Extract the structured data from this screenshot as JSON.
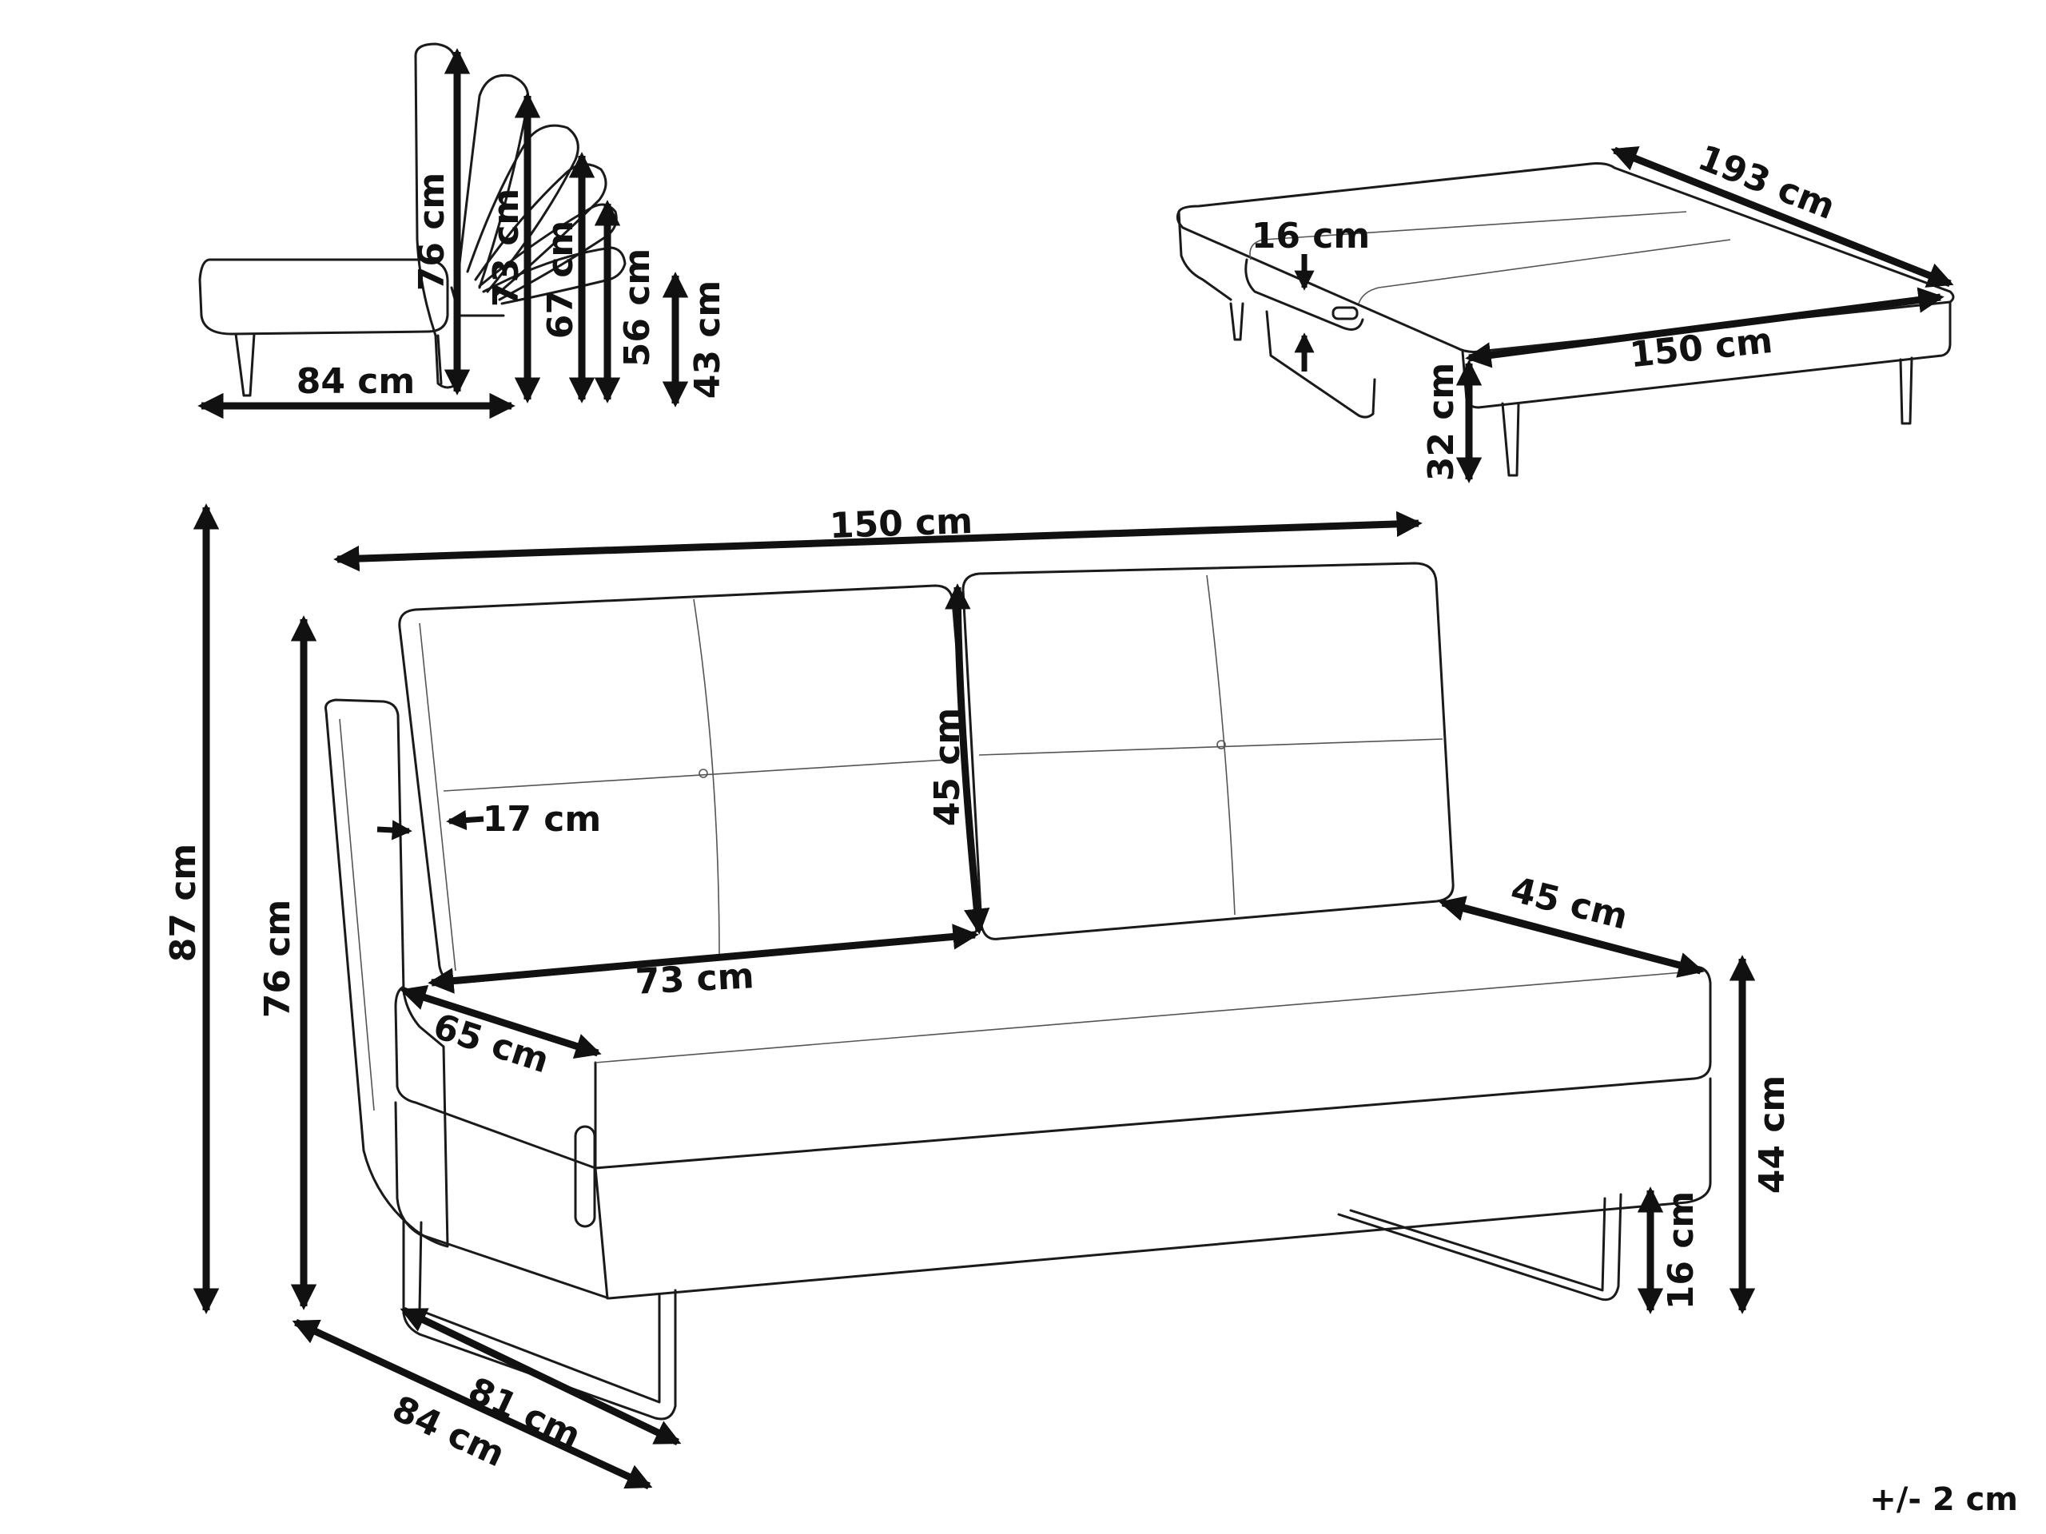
{
  "labels": {
    "side_height_76": "76 cm",
    "side_height_73": "73 cm",
    "side_height_67": "67 cm",
    "side_height_56": "56 cm",
    "side_height_43": "43 cm",
    "side_depth_84": "84 cm",
    "bed_mattress_16": "16 cm",
    "bed_length_193": "193 cm",
    "bed_width_150": "150 cm",
    "bed_height_32": "32 cm",
    "front_width_150": "150 cm",
    "front_height_87": "87 cm",
    "front_height_76": "76 cm",
    "back_cushion_45": "45 cm",
    "armrest_17": "17 cm",
    "seat_width_73": "73 cm",
    "seat_depth_65": "65 cm",
    "seat_depth_45": "45 cm",
    "seat_height_44": "44 cm",
    "leg_height_16": "16 cm",
    "frame_depth_81": "81 cm",
    "total_depth_84": "84 cm",
    "tolerance": "+/- 2 cm"
  }
}
